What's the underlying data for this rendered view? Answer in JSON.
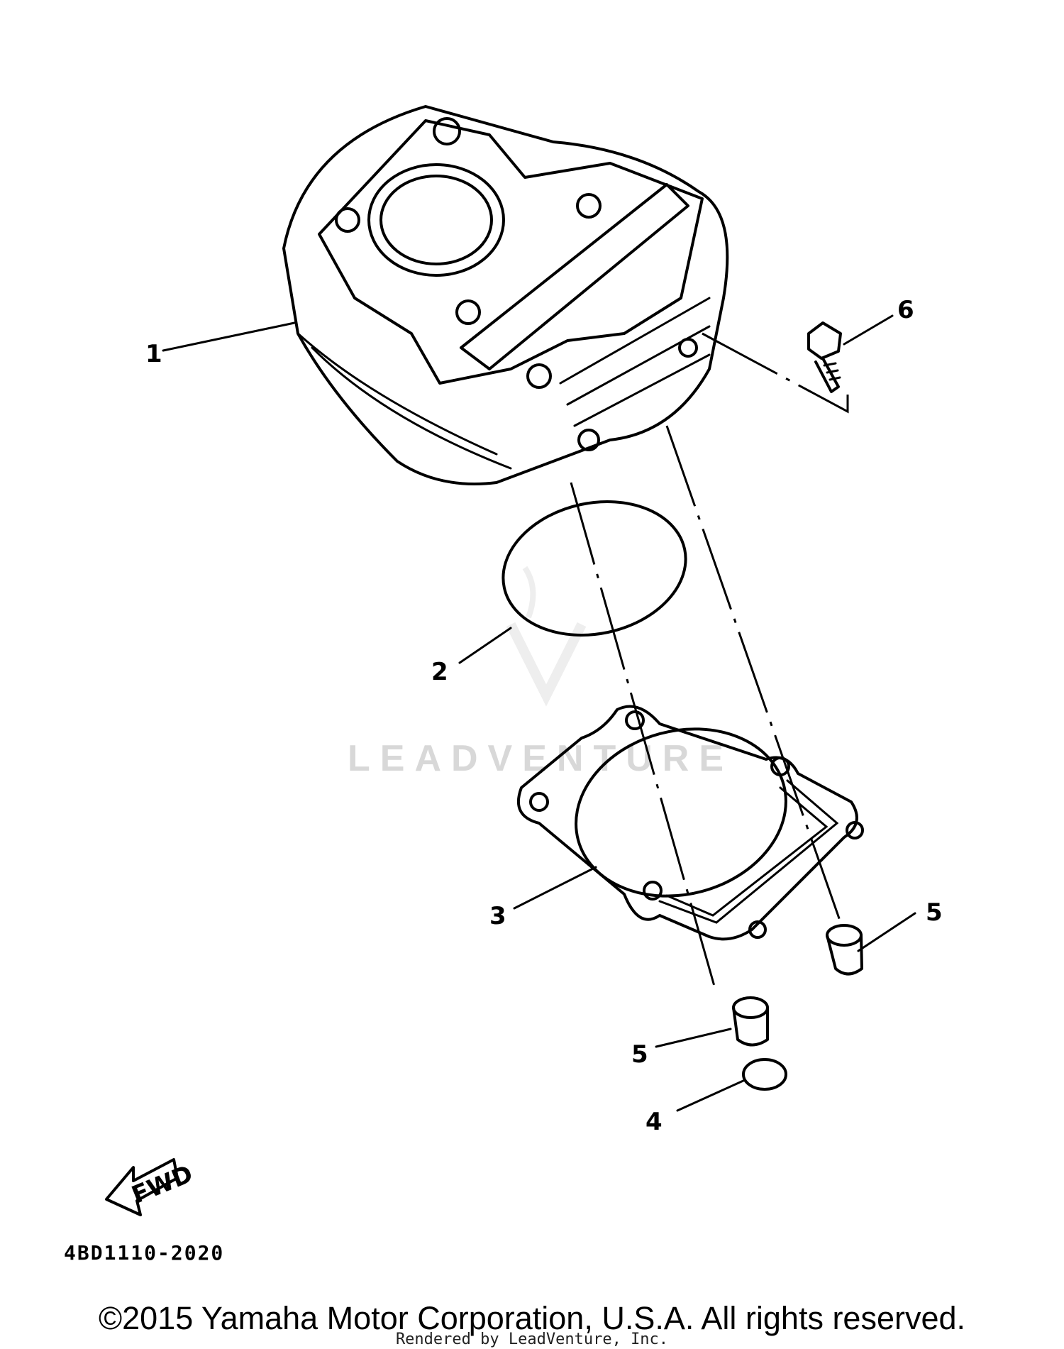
{
  "diagram": {
    "callouts": [
      {
        "id": "1",
        "label": "1"
      },
      {
        "id": "2",
        "label": "2"
      },
      {
        "id": "3",
        "label": "3"
      },
      {
        "id": "4",
        "label": "4"
      },
      {
        "id": "5a",
        "label": "5"
      },
      {
        "id": "5b",
        "label": "5"
      },
      {
        "id": "6",
        "label": "6"
      }
    ],
    "fwd_label": "FWD",
    "drawing_code": "4BD1110-2020",
    "watermark": "LEADVENTURE"
  },
  "footer": {
    "copyright": "©2015 Yamaha Motor Corporation, U.S.A. All rights reserved.",
    "rendered_by": "Rendered by LeadVenture, Inc."
  }
}
